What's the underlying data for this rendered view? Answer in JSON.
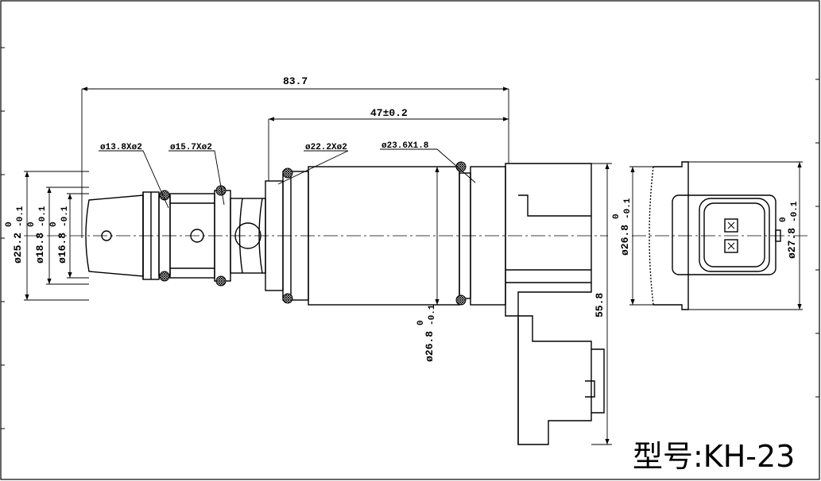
{
  "dimensions": {
    "overall_length": "83.7",
    "body_length": "47±0.2",
    "oring_1": "ø13.8Xø2",
    "oring_2": "ø15.7Xø2",
    "oring_3": "ø22.2Xø2",
    "oring_4": "ø23.6X1.8",
    "dia_outer_tip": "ø25.2",
    "dia_mid_tip": "ø18.8",
    "dia_inner_tip": "ø16.8",
    "dia_body": "ø26.8",
    "connector_height": "55.8",
    "side_dia_1": "ø26.8",
    "side_dia_2": "ø27.8",
    "tol_upper": "0",
    "tol_lower": "-0.1"
  },
  "model_label": "型号:KH-23"
}
